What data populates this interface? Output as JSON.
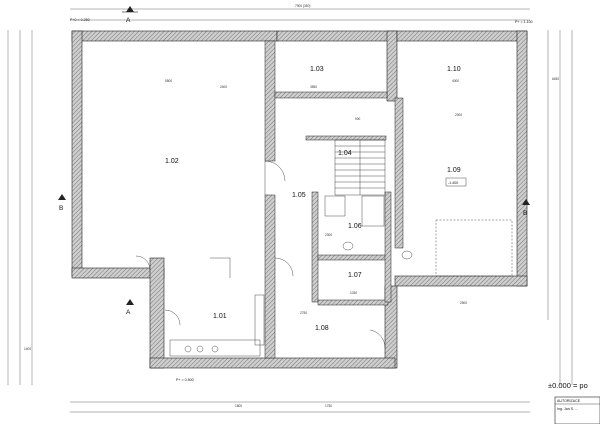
{
  "plan": {
    "rooms": [
      {
        "id": "r102",
        "label": "1.02"
      },
      {
        "id": "r103",
        "label": "1.03"
      },
      {
        "id": "r110",
        "label": "1.10"
      },
      {
        "id": "r104",
        "label": "1.04"
      },
      {
        "id": "r105",
        "label": "1.05"
      },
      {
        "id": "r106",
        "label": "1.06"
      },
      {
        "id": "r107",
        "label": "1.07"
      },
      {
        "id": "r109",
        "label": "1.09"
      },
      {
        "id": "r101",
        "label": "1.01"
      },
      {
        "id": "r108",
        "label": "1.08"
      }
    ],
    "overall_dim": "7900 (350)",
    "level_tag_top": "P+0 = 0.250",
    "level_tag_1_10": "P+ = 1.100",
    "level_tag_1_09": "-1.400",
    "level_tag_bottom": "P+ = 0.500",
    "level_marker": "±0.000 = po",
    "title_block": {
      "heading": "AUTORIZACE",
      "line1": "Ing. Jan S. ..."
    },
    "dimensions": [
      "3550",
      "2400",
      "4000",
      "5500",
      "2000",
      "1750",
      "1800",
      "6450",
      "1400",
      "2750",
      "2500",
      "2300",
      "1030",
      "900"
    ],
    "section_marks": [
      "A",
      "B",
      "A",
      "B"
    ],
    "colors": {
      "wall": "#8a8a8a",
      "line": "#222222",
      "hatch": "#555555"
    }
  }
}
